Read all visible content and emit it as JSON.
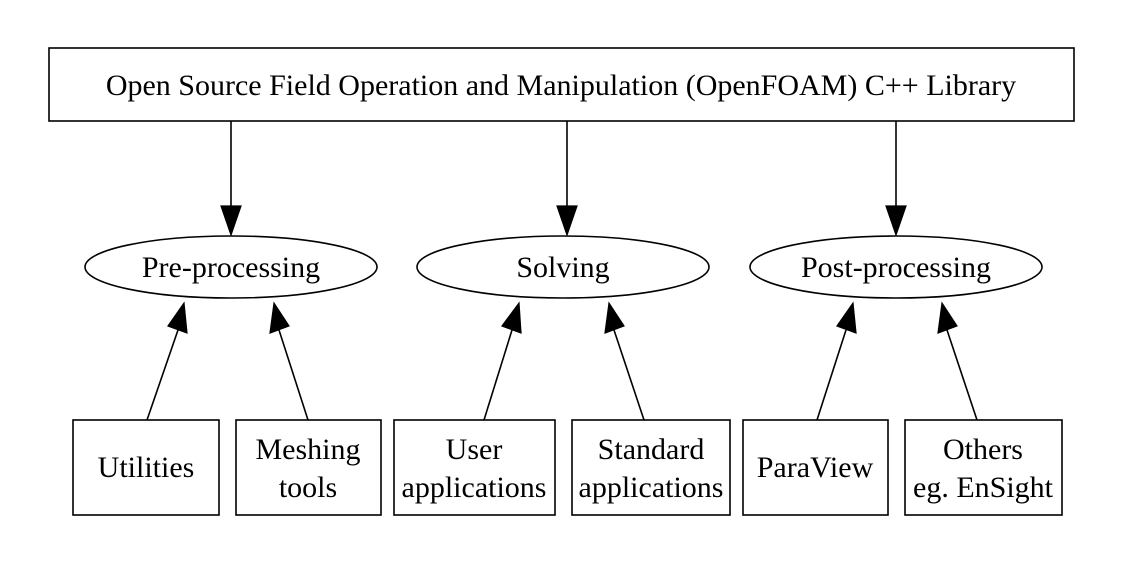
{
  "diagram": {
    "root": {
      "label": "Open Source Field Operation and Manipulation (OpenFOAM) C++ Library"
    },
    "stages": [
      {
        "label": "Pre-processing",
        "children": [
          {
            "lines": [
              "Utilities"
            ]
          },
          {
            "lines": [
              "Meshing",
              "tools"
            ]
          }
        ]
      },
      {
        "label": "Solving",
        "children": [
          {
            "lines": [
              "User",
              "applications"
            ]
          },
          {
            "lines": [
              "Standard",
              "applications"
            ]
          }
        ]
      },
      {
        "label": "Post-processing",
        "children": [
          {
            "lines": [
              "ParaView"
            ]
          },
          {
            "lines": [
              "Others",
              "eg. EnSight"
            ]
          }
        ]
      }
    ],
    "colors": {
      "stroke": "#000000",
      "fill": "#ffffff",
      "text": "#000000"
    }
  }
}
